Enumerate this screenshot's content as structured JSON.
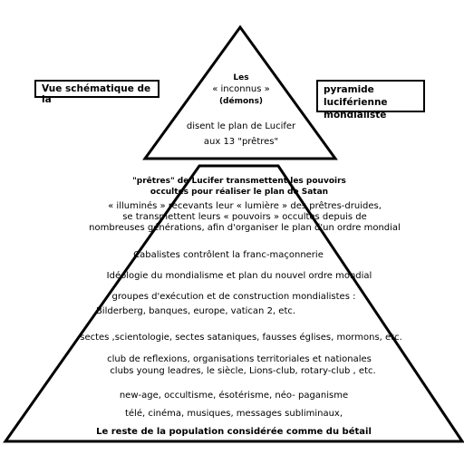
{
  "left_box": "Vue schématique de la",
  "right_box": [
    "pyramide luciférienne",
    "mondialiste"
  ],
  "apex": {
    "les": "Les",
    "inconnus": "« inconnus »",
    "demons": "(démons)",
    "line1": "disent le plan de Lucifer",
    "line2": "aux 13 \"prêtres\""
  },
  "body": {
    "l1": "\"prêtres\" de Lucifer transmettent les pouvoirs",
    "l2": "occultes pour réaliser le plan de Satan",
    "l3": "« illuminés » recevants leur « lumière » des prêtres-druides,",
    "l4": "se transmettent leurs « pouvoirs » occultes  depuis de",
    "l5": "nombreuses générations, afin d'organiser le  plan  d'un ordre   mondial",
    "l6": "Cabalistes contrôlent la franc-maçonnerie",
    "l7": "Idéologie du mondialisme et plan du nouvel ordre mondial",
    "l8": "groupes  d'exécution et de construction  mondialistes :",
    "l9": "Bilderberg,  banques, europe, vatican 2, etc.",
    "l10": "sectes ,scientologie, sectes sataniques, fausses églises,  mormons, etc.",
    "l11": "club de reflexions, organisations  territoriales et nationales",
    "l12": "clubs young leadres, le siècle,  Lions-club, rotary-club , etc.",
    "l13": "new-age, occultisme, ésotérisme, néo-  paganisme",
    "l14": "télé, cinéma, musiques, messages subliminaux,",
    "l15": "Le reste de la population considérée comme du bétail"
  }
}
